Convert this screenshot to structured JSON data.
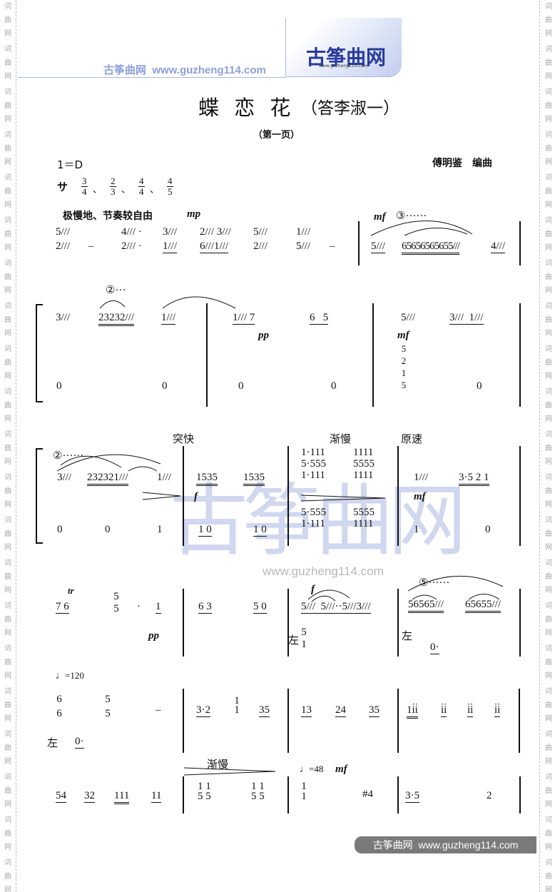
{
  "margin_watermark": "词曲网",
  "banner": {
    "text": "古筝曲网  www.guzheng114.com",
    "logo": "古筝曲网",
    "logo_url": "www.guzheng114.com",
    "accent": "#8ea0d8"
  },
  "title": "蝶 恋 花",
  "subtitle": "（答李淑一）",
  "page_label": "（第一页）",
  "key": "1＝D",
  "composer": "傅明鉴　编曲",
  "meter": {
    "free": "サ",
    "sigs": [
      [
        "3",
        "4"
      ],
      [
        "2",
        "3"
      ],
      [
        "4",
        "4"
      ],
      [
        "4",
        "5"
      ]
    ]
  },
  "tempo_text": "极慢地、节奏较自由",
  "marks": {
    "mp": "mp",
    "mf": "mf",
    "pp": "pp",
    "f": "f",
    "tr": "tr",
    "fast": "突快",
    "slow": "渐慢",
    "orig": "原速",
    "left": "左",
    "t120": "♩=120",
    "t48": "♩=48",
    "str3": "③······",
    "str2a": "②···",
    "str2b": "②······",
    "str5": "⑤······"
  },
  "notes": {
    "s1a": [
      "5///",
      "4/// ·",
      "3///",
      "2/// 3///",
      "5///",
      "1///"
    ],
    "s1b": [
      "2///",
      "–",
      "2/// ·",
      "1///",
      "6///1///",
      "2///",
      "5///",
      "–"
    ],
    "s1c": [
      "5///",
      "65656565655///",
      "4///"
    ],
    "s2a": [
      "3///",
      "23232///",
      "1///",
      "1/// 7",
      "6   5",
      "5///",
      "3///  1///"
    ],
    "s2arp": "5\n2\n1\n5",
    "s2b": [
      "0",
      "0",
      "0",
      "0",
      "0"
    ],
    "s3a": [
      "3///",
      "232321///",
      "1///",
      "1535",
      "1535",
      "1///",
      "3·5 2 1"
    ],
    "s3ch": [
      "1·111\n5·555\n1·111",
      "1111\n5555\n1111",
      "5·555\n1·111",
      "5555\n1111"
    ],
    "s3b": [
      "0",
      "0",
      "1",
      "1 0",
      "1 0",
      "1",
      "0"
    ],
    "s4": [
      "7 6",
      "5\n5",
      "·",
      "1",
      "6 3",
      "5 0",
      "5///  5///··5///3///",
      "5\n1",
      "56565///",
      "65655///",
      "0·"
    ],
    "s5": [
      "6\n6",
      "5\n5",
      "–",
      "0·",
      "3·2",
      "1\n1",
      "35",
      "13",
      "24",
      "35",
      "1i̇i̇",
      "i̇i̇",
      "i̇i̇",
      "i̇i̇"
    ],
    "s6": [
      "54",
      "32",
      "111",
      "11",
      "1 1\n5 5",
      "1 1\n5 5",
      "1\n1",
      "#4",
      "3·5",
      "2"
    ]
  },
  "watermark": {
    "big": "古筝曲网",
    "url": "www.guzheng114.com"
  },
  "footer": "古筝曲网  www.guzheng114.com"
}
